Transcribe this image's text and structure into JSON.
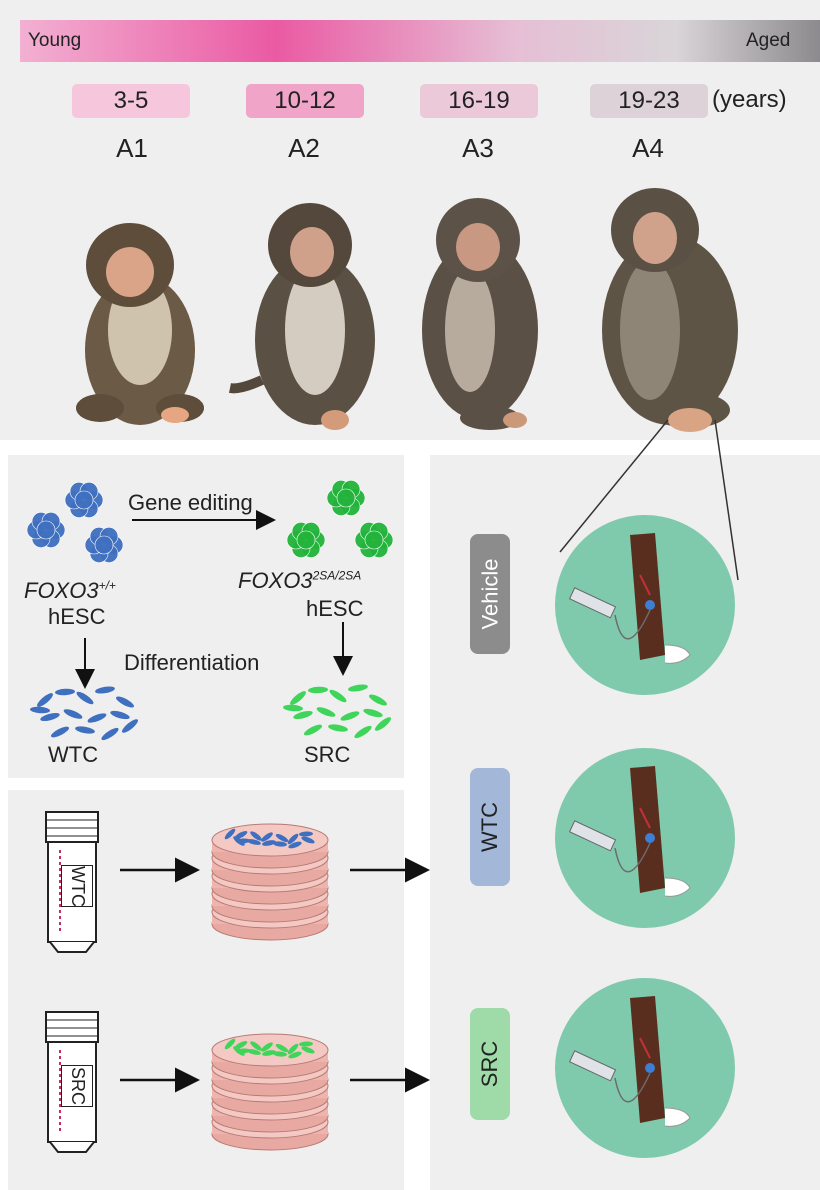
{
  "age_scale": {
    "left_label": "Young",
    "right_label": "Aged",
    "unit": "(years)"
  },
  "groups": [
    {
      "range": "3-5",
      "name": "A1",
      "box_color": "#f6c6dd"
    },
    {
      "range": "10-12",
      "name": "A2",
      "box_color": "#f0a5c8"
    },
    {
      "range": "16-19",
      "name": "A3",
      "box_color": "#ebc9d9"
    },
    {
      "range": "19-23",
      "name": "A4",
      "box_color": "#ddd2d8"
    }
  ],
  "gene_editing": {
    "arrow_label": "Gene editing",
    "wt_gene": "FOXO3",
    "wt_sup": "+/+",
    "mut_gene": "FOXO3",
    "mut_sup": "2SA/2SA",
    "wt_cell": "hESC",
    "mut_cell": "hESC",
    "diff_label": "Differentiation",
    "wt_product": "WTC",
    "mut_product": "SRC",
    "wt_color": "#3f6fbf",
    "mut_color": "#22b33a"
  },
  "vials": [
    {
      "label": "WTC"
    },
    {
      "label": "SRC"
    }
  ],
  "treatments": [
    {
      "label": "Vehicle",
      "color": "#8c8c8c",
      "text_color": "#ffffff"
    },
    {
      "label": "WTC",
      "color": "#a3b7d8",
      "text_color": "#222222"
    },
    {
      "label": "SRC",
      "color": "#9fdba8",
      "text_color": "#222222"
    }
  ],
  "colors": {
    "panel": "#efefef",
    "circle": "#7fc9ad",
    "arm": "#5a2e1e"
  }
}
